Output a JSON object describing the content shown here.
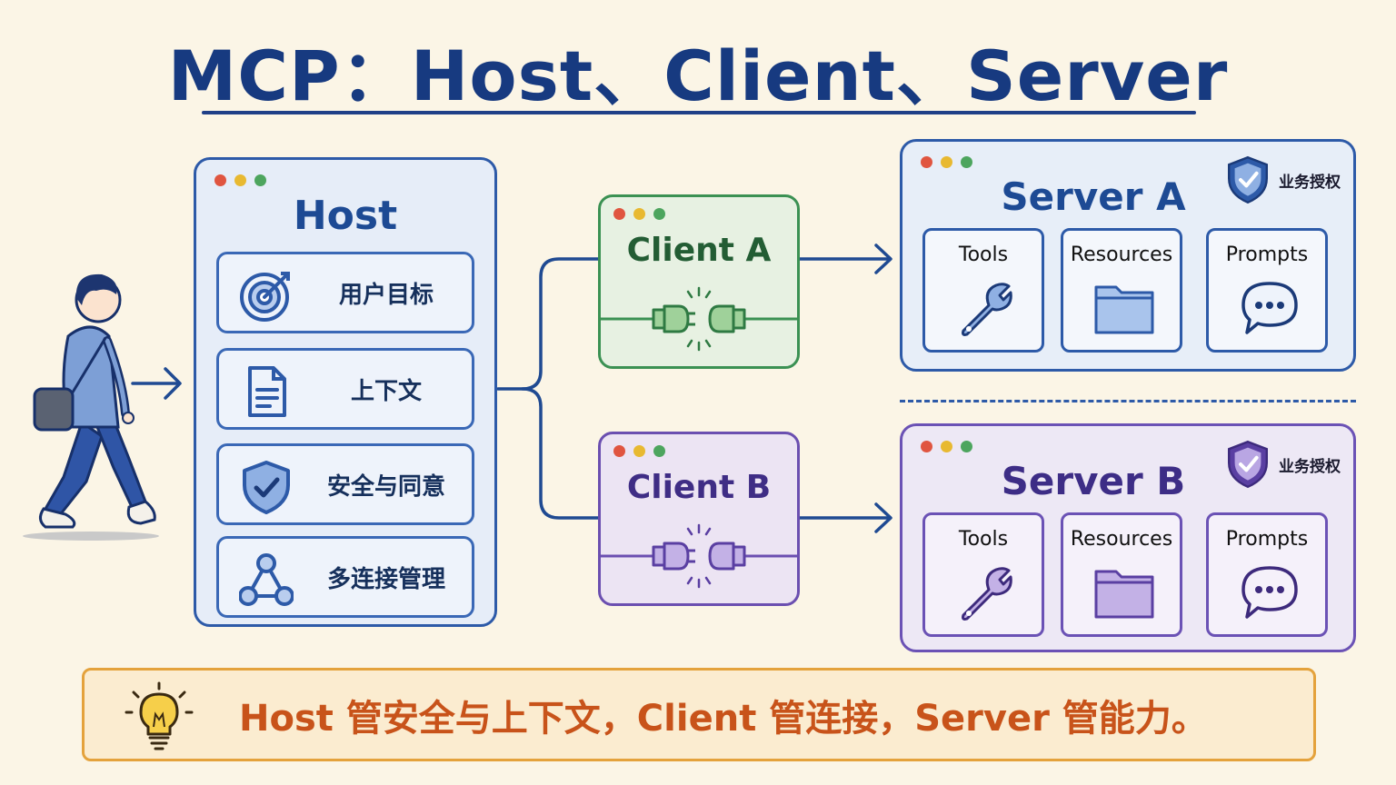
{
  "title": "MCP：Host、Client、Server",
  "host": {
    "title": "Host",
    "items": [
      {
        "label": "用户目标",
        "icon": "target-icon"
      },
      {
        "label": "上下文",
        "icon": "document-icon"
      },
      {
        "label": "安全与同意",
        "icon": "shield-check-icon"
      },
      {
        "label": "多连接管理",
        "icon": "network-icon"
      }
    ]
  },
  "clients": [
    {
      "title": "Client A",
      "color": "#3b9153"
    },
    {
      "title": "Client B",
      "color": "#6b4fb0"
    }
  ],
  "servers": [
    {
      "title": "Server A",
      "auth": "业务授权",
      "color": "#2d5aa8",
      "capabilities": [
        {
          "label": "Tools",
          "icon": "wrench-icon"
        },
        {
          "label": "Resources",
          "icon": "folder-icon"
        },
        {
          "label": "Prompts",
          "icon": "chat-bubble-icon"
        }
      ]
    },
    {
      "title": "Server B",
      "auth": "业务授权",
      "color": "#6b52b5",
      "capabilities": [
        {
          "label": "Tools",
          "icon": "wrench-icon"
        },
        {
          "label": "Resources",
          "icon": "folder-icon"
        },
        {
          "label": "Prompts",
          "icon": "chat-bubble-icon"
        }
      ]
    }
  ],
  "tip": {
    "text": "Host 管安全与上下文，Client 管连接，Server 管能力。",
    "icon": "lightbulb-icon"
  }
}
